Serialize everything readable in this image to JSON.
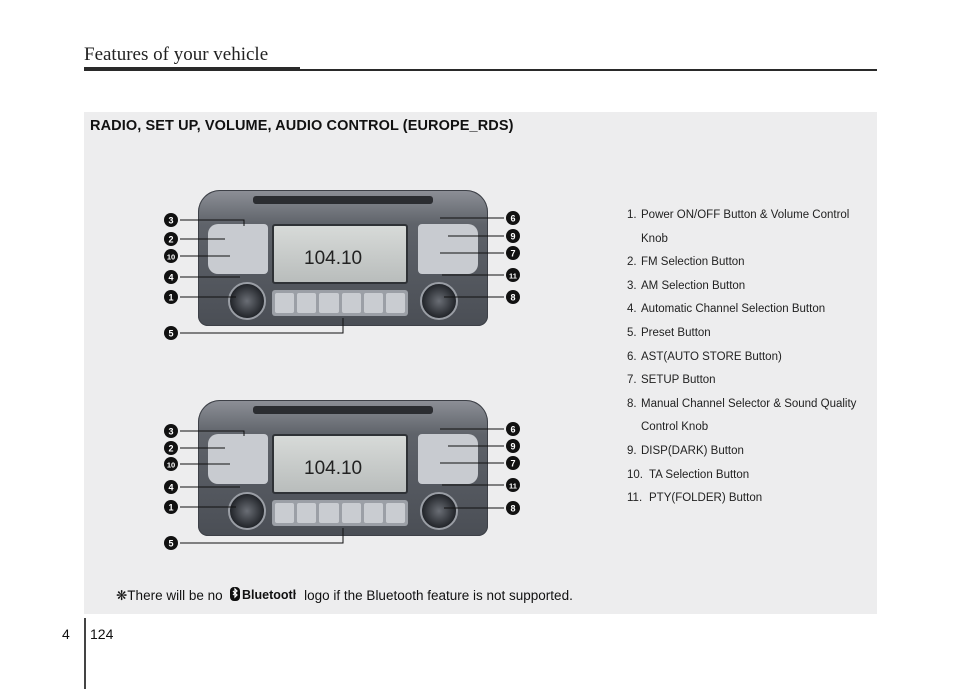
{
  "header": {
    "title": "Features of your vehicle"
  },
  "section": {
    "title": "RADIO, SET UP, VOLUME, AUDIO CONTROL (EUROPE_RDS)"
  },
  "radio_display": {
    "frequency": "104.10"
  },
  "legend": [
    {
      "num": "1.",
      "text": "Power ON/OFF Button & Volume Control Knob"
    },
    {
      "num": "2.",
      "text": "FM Selection Button"
    },
    {
      "num": "3.",
      "text": "AM Selection Button"
    },
    {
      "num": "4.",
      "text": "Automatic Channel Selection Button"
    },
    {
      "num": "5.",
      "text": "Preset Button"
    },
    {
      "num": "6.",
      "text": "AST(AUTO STORE Button)"
    },
    {
      "num": "7.",
      "text": "SETUP Button"
    },
    {
      "num": "8.",
      "text": "Manual Channel Selector & Sound Quality Control Knob"
    },
    {
      "num": "9.",
      "text": "DISP(DARK) Button"
    },
    {
      "num": "10.",
      "text": "TA Selection Button"
    },
    {
      "num": "11.",
      "text": "PTY(FOLDER) Button"
    }
  ],
  "footnote": {
    "prefix": "❋There will be no",
    "logo_text": "Bluetooth",
    "suffix": "logo if the Bluetooth feature is not supported."
  },
  "footer": {
    "chapter": "4",
    "page": "124"
  },
  "colors": {
    "panel": "#ededee",
    "rule": "#2a2a2a",
    "callout": "#111111"
  }
}
